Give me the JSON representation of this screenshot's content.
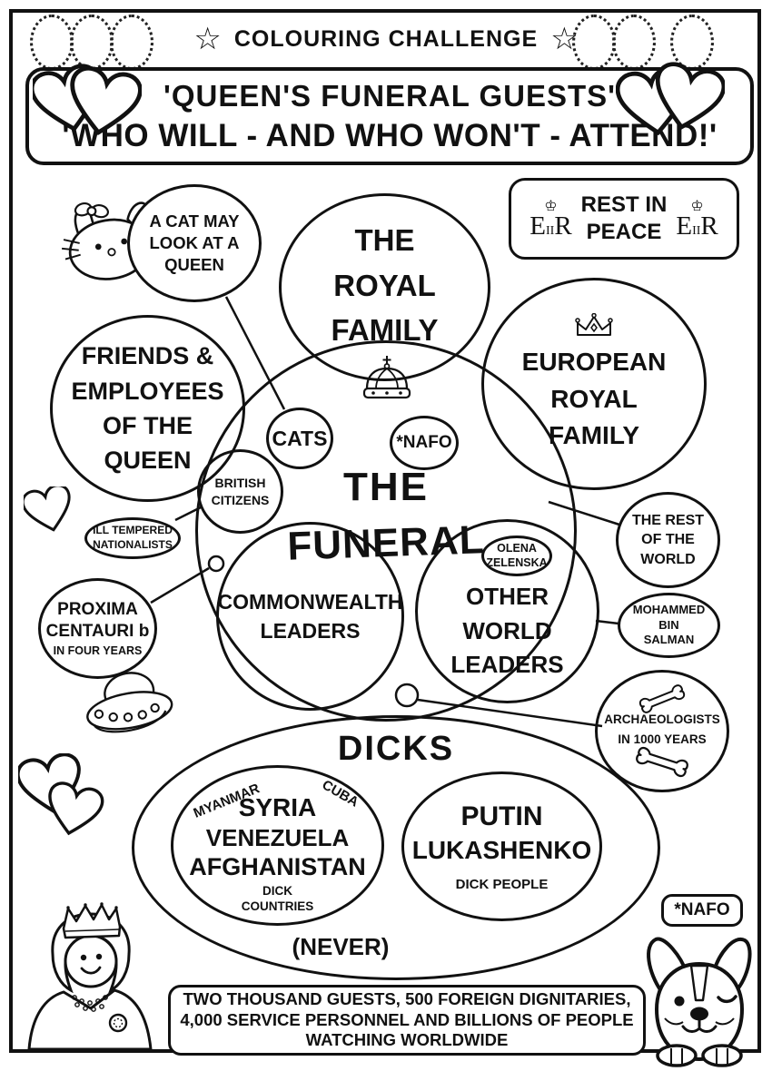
{
  "banner": {
    "star": "☆",
    "title": "COLOURING CHALLENGE"
  },
  "title_box": {
    "line1": "'QUEEN'S FUNERAL GUESTS'",
    "line2": "'WHO WILL - AND WHO WON'T - ATTEND!'"
  },
  "rip_box": {
    "crown_glyph": "♔",
    "cypher_e": "E",
    "cypher_ii": "II",
    "cypher_r": "R",
    "line1": "REST IN",
    "line2": "PEACE"
  },
  "cat_bubble": {
    "lines": [
      "A CAT MAY",
      "LOOK AT A",
      "QUEEN"
    ]
  },
  "sets": {
    "royal_family": {
      "lines": [
        "THE",
        "ROYAL",
        "FAMILY"
      ]
    },
    "european_royal": {
      "lines": [
        "EUROPEAN",
        "ROYAL",
        "FAMILY"
      ]
    },
    "friends": {
      "lines": [
        "FRIENDS &",
        "EMPLOYEES",
        "OF THE",
        "QUEEN"
      ]
    },
    "funeral": {
      "lines": [
        "THE",
        "FUNERAL"
      ]
    },
    "cats": {
      "label": "CATS"
    },
    "nafo": {
      "label": "*NAFO"
    },
    "british_citizens": {
      "lines": [
        "BRITISH",
        "CITIZENS"
      ]
    },
    "ill_tempered": {
      "lines": [
        "ILL TEMPERED",
        "NATIONALISTS"
      ]
    },
    "olena": {
      "lines": [
        "OLENA",
        "ZELENSKA"
      ]
    },
    "commonwealth": {
      "lines": [
        "COMMONWEALTH",
        "LEADERS"
      ]
    },
    "other_world": {
      "lines": [
        "OTHER",
        "WORLD",
        "LEADERS"
      ]
    },
    "rest_of_world": {
      "lines": [
        "THE REST",
        "OF THE",
        "WORLD"
      ]
    },
    "mbs": {
      "lines": [
        "MOHAMMED",
        "BIN",
        "SALMAN"
      ]
    },
    "proxima": {
      "lines": [
        "PROXIMA",
        "CENTAURI b"
      ],
      "sub": "IN FOUR YEARS"
    },
    "archaeologists": {
      "lines": [
        "ARCHAEOLOGISTS",
        "IN 1000 YEARS"
      ]
    },
    "dicks": {
      "title": "DICKS",
      "never": "(NEVER)"
    },
    "dick_countries": {
      "arc_left": "MYANMAR",
      "arc_right": "CUBA",
      "lines": [
        "SYRIA",
        "VENEZUELA",
        "AFGHANISTAN"
      ],
      "sub": [
        "DICK",
        "COUNTRIES"
      ]
    },
    "dick_people": {
      "lines": [
        "PUTIN",
        "LUKASHENKO"
      ],
      "sub": "DICK PEOPLE"
    }
  },
  "footer_box": {
    "lines": [
      "TWO THOUSAND GUESTS, 500 FOREIGN DIGNITARIES,",
      "4,000 SERVICE PERSONNEL AND BILLIONS OF PEOPLE",
      "WATCHING WORLDWIDE"
    ]
  },
  "nafo_label": "*NAFO",
  "colors": {
    "ink": "#111111",
    "paper": "#ffffff"
  }
}
